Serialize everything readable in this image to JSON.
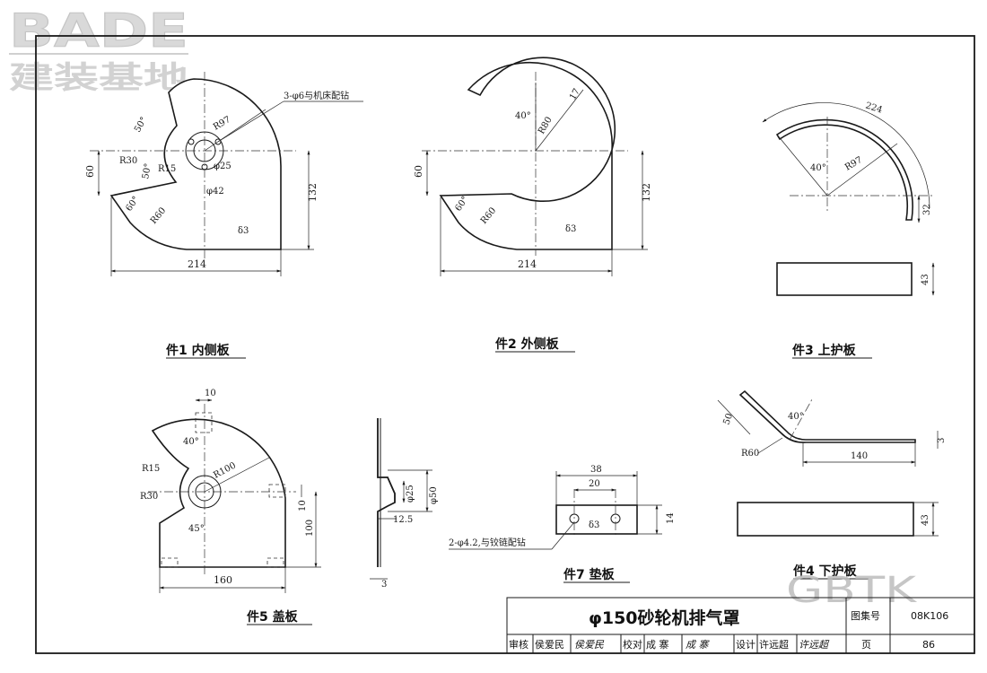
{
  "logo": {
    "brand": "BADE",
    "subtitle": "建装基地"
  },
  "watermark": "GBTK",
  "parts": [
    {
      "caption": "件1  内侧板",
      "dims": {
        "width": "214",
        "height": "132",
        "left_height": "60",
        "angle_top": "50°",
        "angle_mid": "50°",
        "angle_low": "60°",
        "r_notch": "R30",
        "r_small": "R15",
        "r_big": "R97",
        "r_low": "R60",
        "hole": "φ25",
        "circle": "φ42",
        "thickness": "δ3"
      },
      "note": "3-φ6与机床配钻"
    },
    {
      "caption": "件2  外侧板",
      "dims": {
        "width": "214",
        "height": "132",
        "left_height": "60",
        "angle_top": "40°",
        "angle_low": "60°",
        "r_big": "R80",
        "r_low": "R60",
        "ring": "17",
        "thickness": "δ3"
      }
    },
    {
      "caption": "件3  上护板",
      "dims": {
        "arc": "224",
        "angle": "40°",
        "radius": "R97",
        "height": "32",
        "strip": "43"
      }
    },
    {
      "caption": "件5  盖板",
      "dims": {
        "tab": "10",
        "angle_top": "40°",
        "r_small": "R15",
        "r_big": "R100",
        "r_notch": "R30",
        "angle_low": "45°",
        "tab_side": "10",
        "height": "100",
        "width": "160",
        "d_inner": "φ25",
        "d_outer": "φ50",
        "offset": "12.5",
        "thickness": "3"
      }
    },
    {
      "caption": "件7  垫板",
      "dims": {
        "total": "38",
        "pitch": "20",
        "height": "14",
        "thickness": "δ3"
      },
      "note": "2-φ4.2,与铰链配钻"
    },
    {
      "caption": "件4  下护板",
      "dims": {
        "leg": "50",
        "angle": "40°",
        "radius": "R60",
        "length": "140",
        "thick": "3",
        "strip": "43"
      }
    }
  ],
  "title_block": {
    "title": "φ150砂轮机排气罩",
    "atlas_label": "图集号",
    "atlas_no": "08K106",
    "review_label": "审核",
    "review_name": "侯爱民",
    "review_sign": "侯爱民",
    "check_label": "校对",
    "check_name": "成  寨",
    "check_sign": "成  寨",
    "design_label": "设计",
    "design_name": "许远超",
    "design_sign": "许远超",
    "page_label": "页",
    "page_no": "86"
  }
}
